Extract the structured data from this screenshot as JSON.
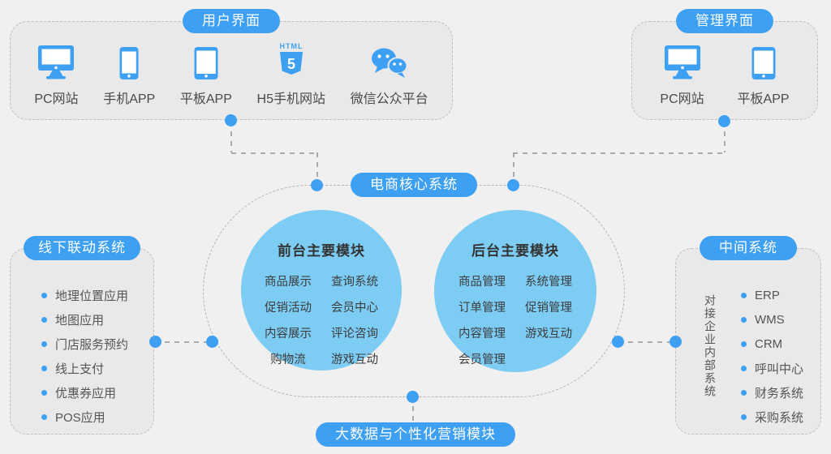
{
  "colors": {
    "primary_blue": "#3da0f3",
    "circle_blue": "#7dccf4",
    "panel_bg": "#e9e9e9",
    "page_bg": "#f0f0f0"
  },
  "user_panel": {
    "title": "用户界面",
    "devices": [
      {
        "label": "PC网站",
        "icon": "desktop-icon"
      },
      {
        "label": "手机APP",
        "icon": "smartphone-icon"
      },
      {
        "label": "平板APP",
        "icon": "tablet-icon"
      },
      {
        "label": "H5手机网站",
        "icon": "html5-icon"
      },
      {
        "label": "微信公众平台",
        "icon": "wechat-icon"
      }
    ]
  },
  "admin_panel": {
    "title": "管理界面",
    "devices": [
      {
        "label": "PC网站",
        "icon": "desktop-icon"
      },
      {
        "label": "平板APP",
        "icon": "tablet-icon"
      }
    ]
  },
  "core_system": {
    "title": "电商核心系统",
    "frontend": {
      "title": "前台主要模块",
      "items": [
        "商品展示",
        "查询系统",
        "促销活动",
        "会员中心",
        "内容展示",
        "评论咨询",
        "购物流",
        "游戏互动"
      ]
    },
    "backend": {
      "title": "后台主要模块",
      "items": [
        "商品管理",
        "系统管理",
        "订单管理",
        "促销管理",
        "内容管理",
        "游戏互动",
        "会员管理"
      ]
    }
  },
  "offline_panel": {
    "title": "线下联动系统",
    "items": [
      "地理位置应用",
      "地图应用",
      "门店服务预约",
      "线上支付",
      "优惠券应用",
      "POS应用"
    ]
  },
  "middle_panel": {
    "title": "中间系统",
    "vertical_label": "对接企业内部系统",
    "items": [
      "ERP",
      "WMS",
      "CRM",
      "呼叫中心",
      "财务系统",
      "采购系统"
    ]
  },
  "bigdata_module": {
    "title": "大数据与个性化营销模块"
  }
}
